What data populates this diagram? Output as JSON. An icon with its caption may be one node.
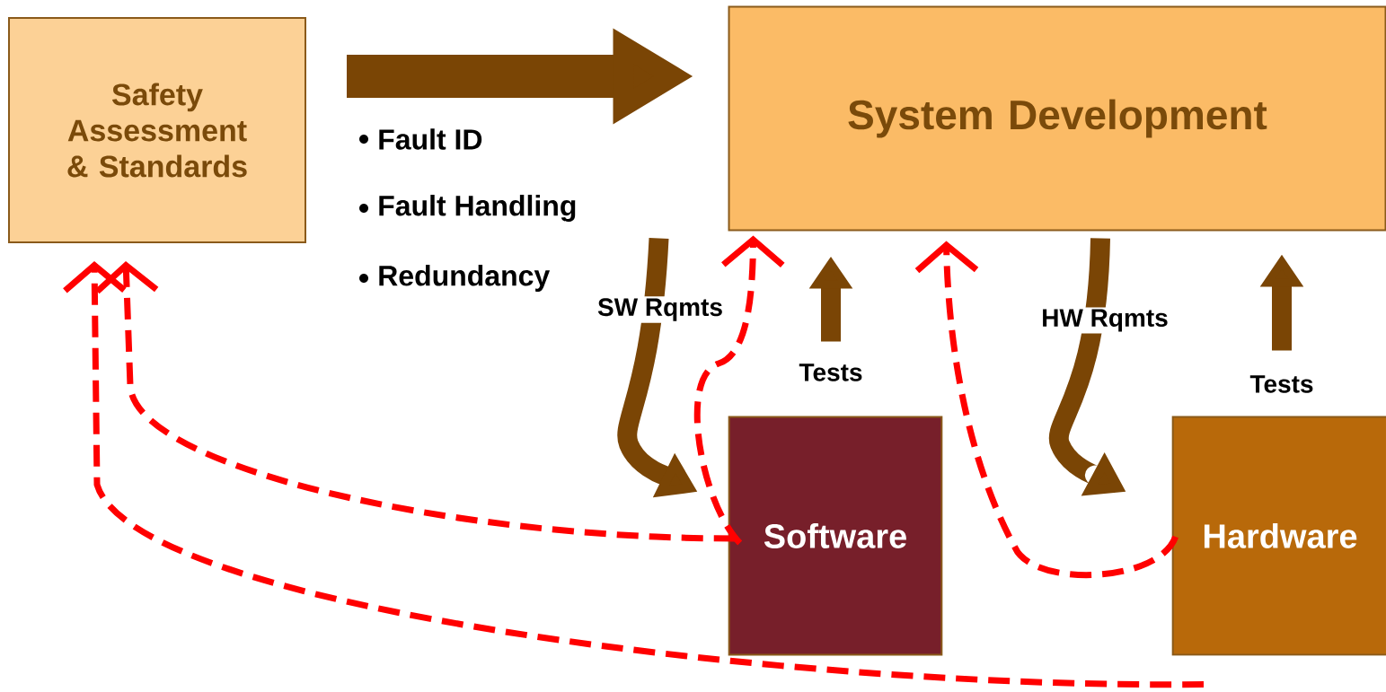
{
  "diagram": {
    "nodes": [
      {
        "text": [
          "Safety Assessment & Standards"
        ]
      },
      {
        "text": [
          "System Development"
        ]
      },
      {
        "text": [
          "Software"
        ]
      },
      {
        "text": [
          "Hardware"
        ]
      }
    ],
    "edges": [
      {
        "from": 0,
        "to": 1,
        "arrow": "to",
        "style": "thick"
      },
      {
        "from": 1,
        "to": 2,
        "arrow": "to",
        "label": "SW Rqmts"
      },
      {
        "from": 2,
        "to": 1,
        "arrow": "to",
        "label": "Tests"
      },
      {
        "from": 1,
        "to": 3,
        "arrow": "to",
        "label": "HW Rqmts"
      },
      {
        "from": 3,
        "to": 1,
        "arrow": "to",
        "label": "Tests"
      },
      {
        "from": 2,
        "to": 1,
        "arrow": "to",
        "style": "dashed",
        "color": "#ff0000"
      },
      {
        "from": 2,
        "to": 0,
        "arrow": "to",
        "style": "dashed",
        "color": "#ff0000"
      },
      {
        "from": 3,
        "to": 1,
        "arrow": "to",
        "style": "dashed",
        "color": "#ff0000"
      },
      {
        "from": 3,
        "to": 0,
        "arrow": "to",
        "style": "dashed",
        "color": "#ff0000"
      }
    ],
    "labels": [
      "Fault ID",
      "Fault Handling",
      "Redundancy"
    ]
  }
}
